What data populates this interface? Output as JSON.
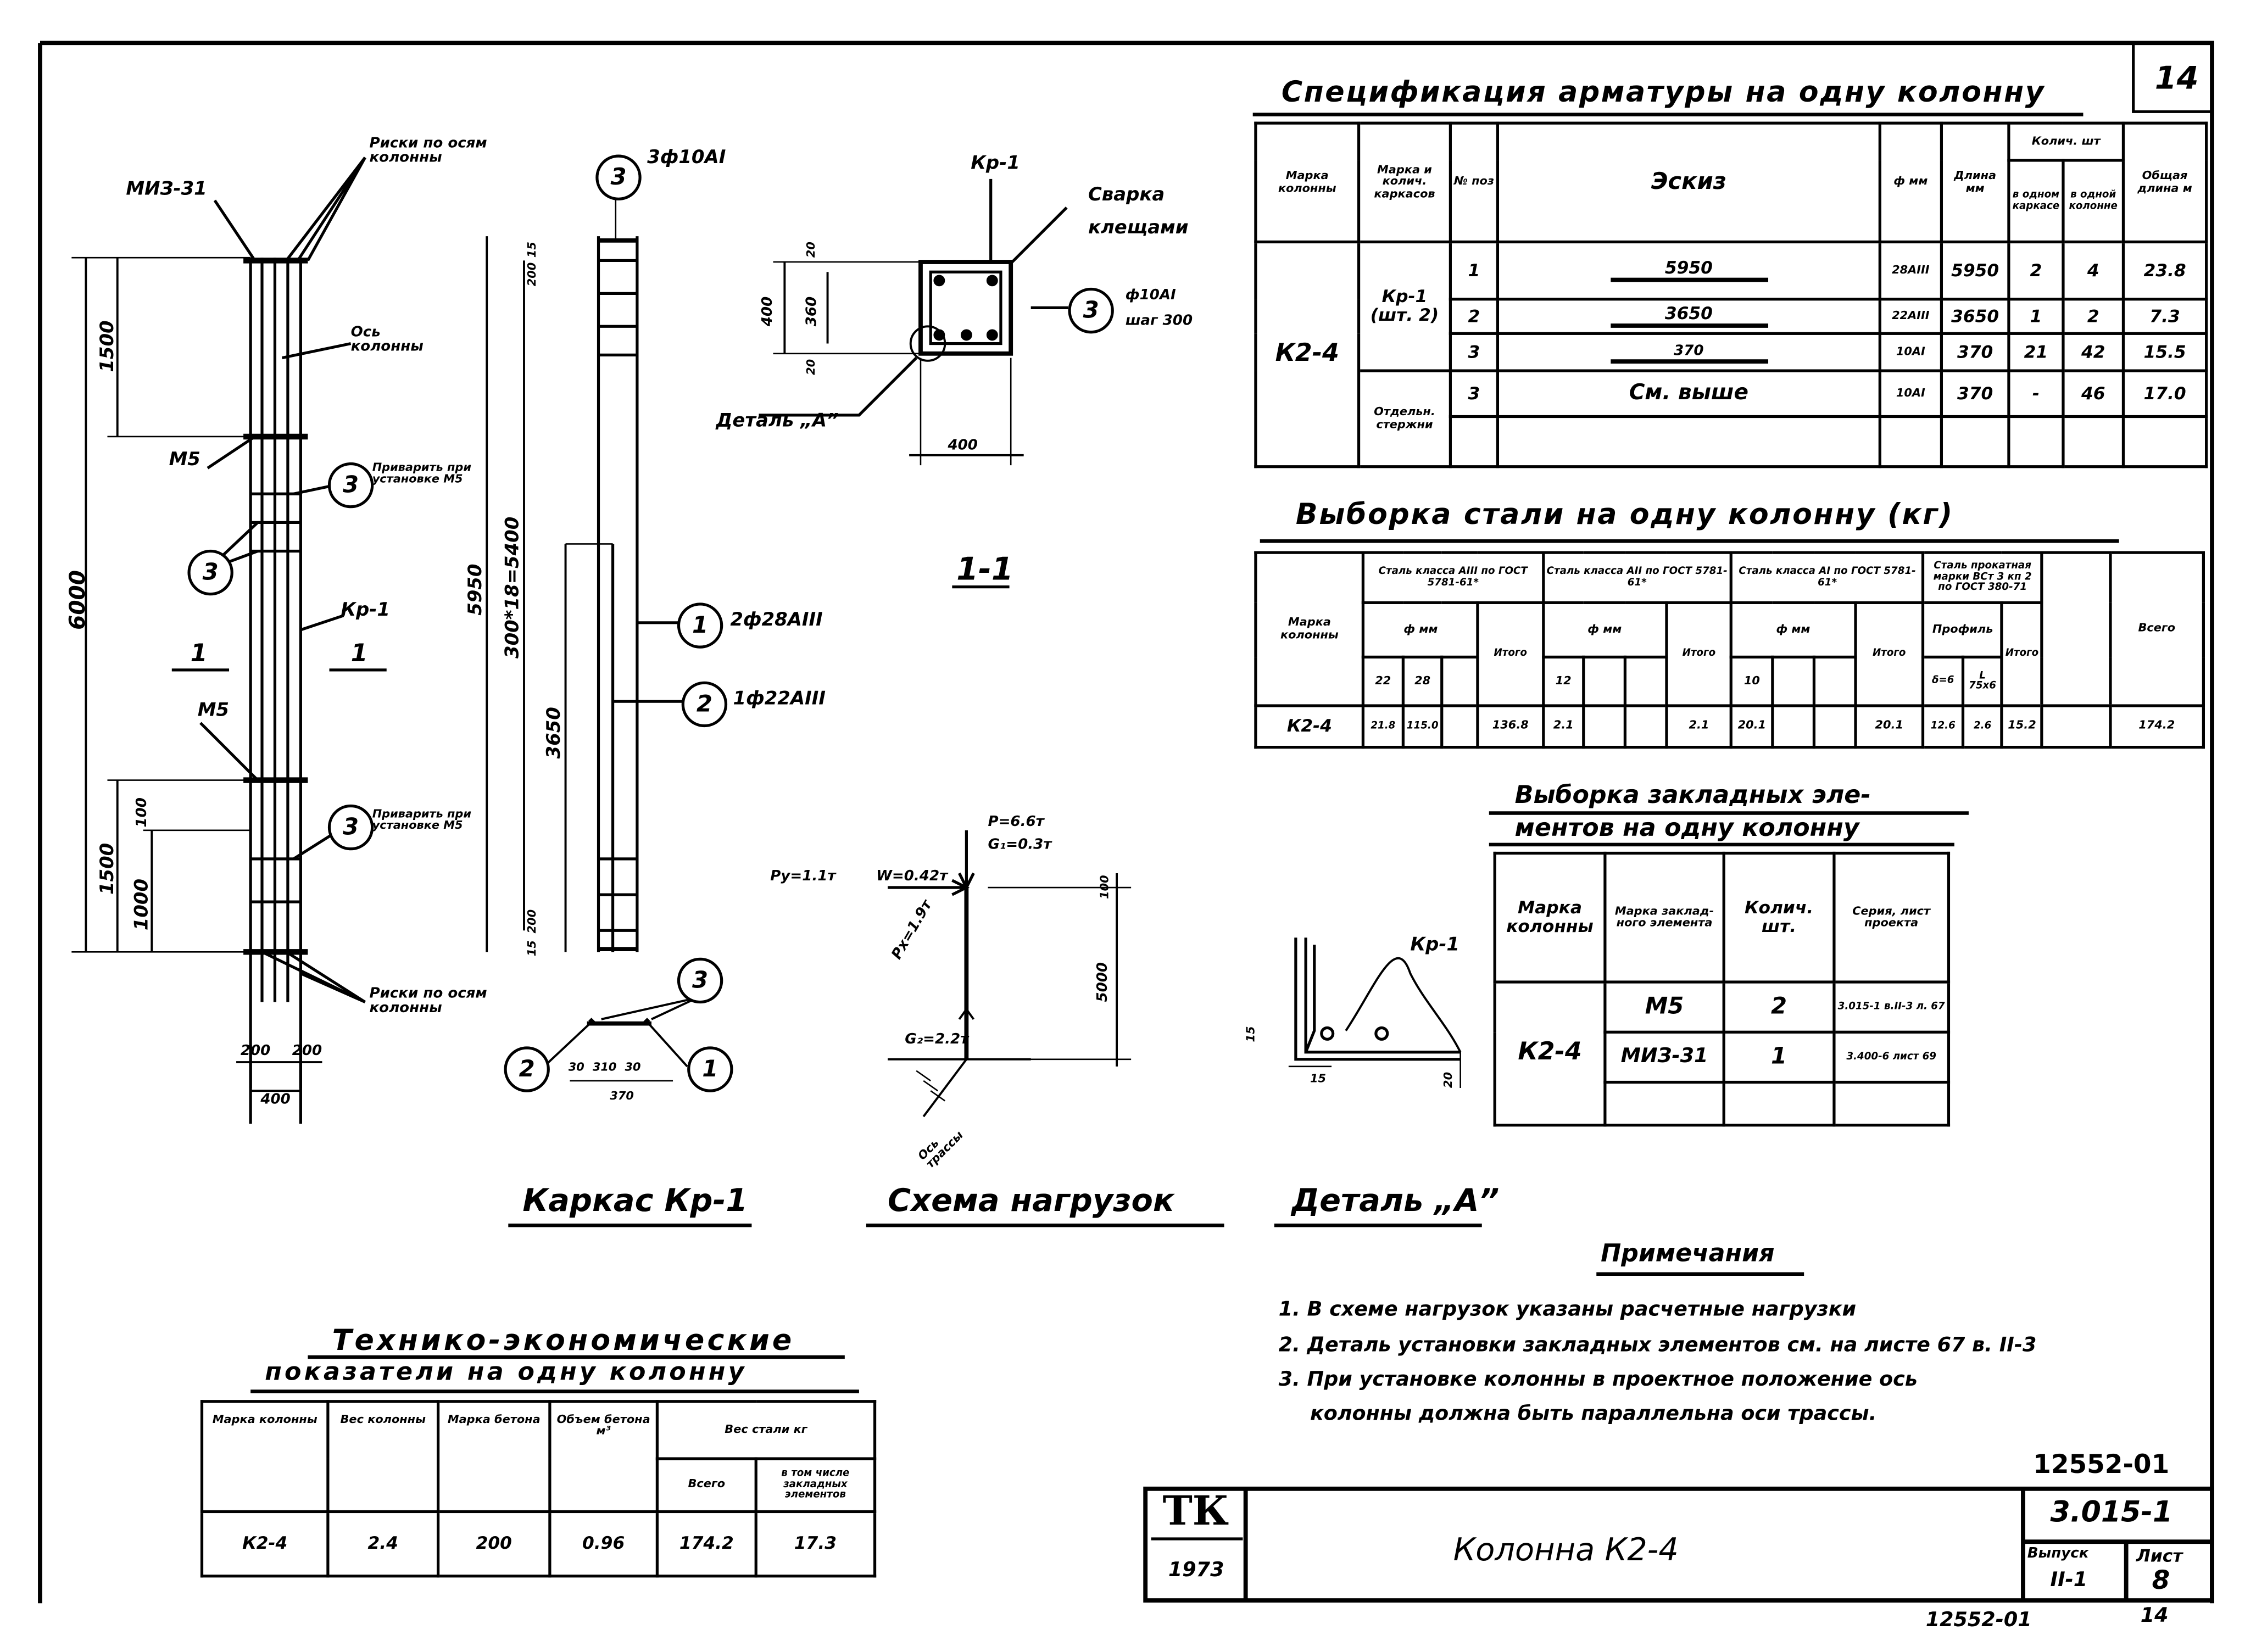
{
  "sheet_corner_number": "14",
  "spec_table": {
    "title": "Спецификация арматуры на одну колонну",
    "headers": {
      "column_mark": "Марка колонны",
      "frame_mark": "Марка и колич. каркасов",
      "pos": "№ поз",
      "sketch": "Эскиз",
      "diameter": "ф мм",
      "length": "Длина мм",
      "qty_group": "Колич. шт",
      "qty_frame": "в одном каркасе",
      "qty_column": "в одной колонне",
      "total_length": "Общая длина м"
    },
    "column_mark": "К2-4",
    "frame_mark": "Кр-1 (шт. 2)",
    "separate_mark": "Отдельн. стержни",
    "rows": [
      {
        "pos": "1",
        "sketch": "5950",
        "diameter": "28АIII",
        "length": "5950",
        "qty_frame": "2",
        "qty_column": "4",
        "total": "23.8"
      },
      {
        "pos": "2",
        "sketch": "3650",
        "diameter": "22АIII",
        "length": "3650",
        "qty_frame": "1",
        "qty_column": "2",
        "total": "7.3"
      },
      {
        "pos": "3",
        "sketch": "370",
        "diameter": "10АI",
        "length": "370",
        "qty_frame": "21",
        "qty_column": "42",
        "total": "15.5"
      },
      {
        "pos": "3",
        "sketch": "См. выше",
        "diameter": "10АI",
        "length": "370",
        "qty_frame": "-",
        "qty_column": "46",
        "total": "17.0"
      }
    ]
  },
  "steel_table": {
    "title": "Выборка стали на одну колонну (кг)",
    "headers": {
      "column_mark": "Марка колонны",
      "g1": "Сталь класса АIII по ГОСТ 5781-61*",
      "g2": "Сталь класса АII по ГОСТ 5781-61*",
      "g3": "Сталь класса АI по ГОСТ 5781-61*",
      "g4": "Сталь прокатная марки ВСт 3 кп 2 по ГОСТ 380-71",
      "dia": "ф мм",
      "profile": "Профиль",
      "subtotal": "Итого",
      "total": "Всего",
      "d22": "22",
      "d28": "28",
      "d12": "12",
      "d10": "10",
      "p1": "δ=6",
      "p2": "L 75x6"
    },
    "row": {
      "column_mark": "К2-4",
      "d22": "21.8",
      "d28": "115.0",
      "sub1": "136.8",
      "d12": "2.1",
      "sub2": "2.1",
      "d10": "20.1",
      "sub3": "20.1",
      "p1": "12.6",
      "p2": "2.6",
      "sub4": "15.2",
      "total": "174.2"
    }
  },
  "embedded_table": {
    "title_line1": "Выборка закладных эле-",
    "title_line2": "ментов на одну колонну",
    "headers": {
      "column_mark": "Марка колонны",
      "element_mark": "Марка заклад-ного элемента",
      "qty": "Колич. шт.",
      "series": "Серия, лист проекта"
    },
    "column_mark": "К2-4",
    "rows": [
      {
        "mark": "М5",
        "qty": "2",
        "series": "3.015-1 в.II-3 л. 67"
      },
      {
        "mark": "МИЗ-31",
        "qty": "1",
        "series": "3.400-6 лист 69"
      }
    ]
  },
  "tech_table": {
    "title_line1": "Технико-экономические",
    "title_line2": "показатели на одну колонну",
    "headers": {
      "column_mark": "Марка колонны",
      "weight": "Вес колонны",
      "concrete_mark": "Марка бетона",
      "volume": "Объем бетона м³",
      "steel_weight": "Вес стали кг",
      "total": "Всего",
      "embedded": "в том числе закладных элементов"
    },
    "row": {
      "column_mark": "К2-4",
      "weight": "2.4",
      "concrete_mark": "200",
      "volume": "0.96",
      "total": "174.2",
      "embedded": "17.3"
    }
  },
  "notes": {
    "title": "Примечания",
    "items": [
      "1. В схеме нагрузок указаны расчетные нагрузки",
      "2. Деталь установки закладных элементов см. на листе 67 в. II-3",
      "3. При установке колонны в проектное положение ось",
      "колонны должна быть параллельна оси трассы."
    ]
  },
  "title_block": {
    "logo": "ТК",
    "year": "1973",
    "title": "Колонна К2-4",
    "series": "3.015-1",
    "issue_label": "Выпуск",
    "issue": "II-1",
    "sheet_label": "Лист",
    "sheet": "8",
    "code_top": "12552-01",
    "code_bottom": "12552-01",
    "code_bottom_page": "14"
  },
  "captions": {
    "frame": "Каркас Кр-1",
    "loads": "Схема нагрузок",
    "detail": "Деталь „А”",
    "section": "1-1"
  },
  "frame_view": {
    "miz": "МИЗ-31",
    "marks_top": "Риски по осям колонны",
    "axis": "Ось колонны",
    "m5_top": "М5",
    "weld_top": "Приварить при установке М5",
    "kr1": "Кр-1",
    "cut_left": "1",
    "cut_right": "1",
    "m5_bottom": "М5",
    "weld_bottom": "Приварить при установке М5",
    "marks_bottom": "Риски по осям колонны",
    "dim_6000": "6000",
    "dim_1500_top": "1500",
    "dim_1500_bottom": "1500",
    "dim_1000": "1000",
    "dim_100": "100",
    "dim_200_l": "200",
    "dim_200_r": "200",
    "dim_400": "400",
    "pos3": "3"
  },
  "cage_view": {
    "pos3_label": "3ф10АI",
    "pos1_label": "2ф28АIII",
    "pos2_label": "1ф22АIII",
    "dim_5950": "5950",
    "dim_pitch": "300*18=5400",
    "dim_3650": "3650",
    "dim_200_top": "200",
    "dim_15_top": "15",
    "dim_200_bottom": "200",
    "dim_15_bottom": "15",
    "stirrup_dims": "30 310 30",
    "stirrup_len": "370",
    "pos1": "1",
    "pos2": "2",
    "pos3": "3"
  },
  "section_view": {
    "kr1": "Кр-1",
    "weld": "Сварка клещами",
    "stirrup_label1": "ф10АI",
    "stirrup_label2": "шаг 300",
    "detail_ref": "Деталь „А”",
    "dim_400_v": "400",
    "dim_360": "360",
    "dim_20a": "20",
    "dim_20b": "20",
    "dim_400_h": "400",
    "pos3": "3"
  },
  "loads_view": {
    "py": "Pу=1.1т",
    "w": "W=0.42т",
    "p": "P=6.6т",
    "g1": "G₁=0.3т",
    "px": "Pх=1.9т",
    "g2": "G₂=2.2т",
    "h": "5000",
    "top": "100",
    "axis": "Ось трассы"
  },
  "detail_view": {
    "kr1": "Кр-1",
    "d15a": "15",
    "d15b": "15",
    "d20": "20"
  }
}
